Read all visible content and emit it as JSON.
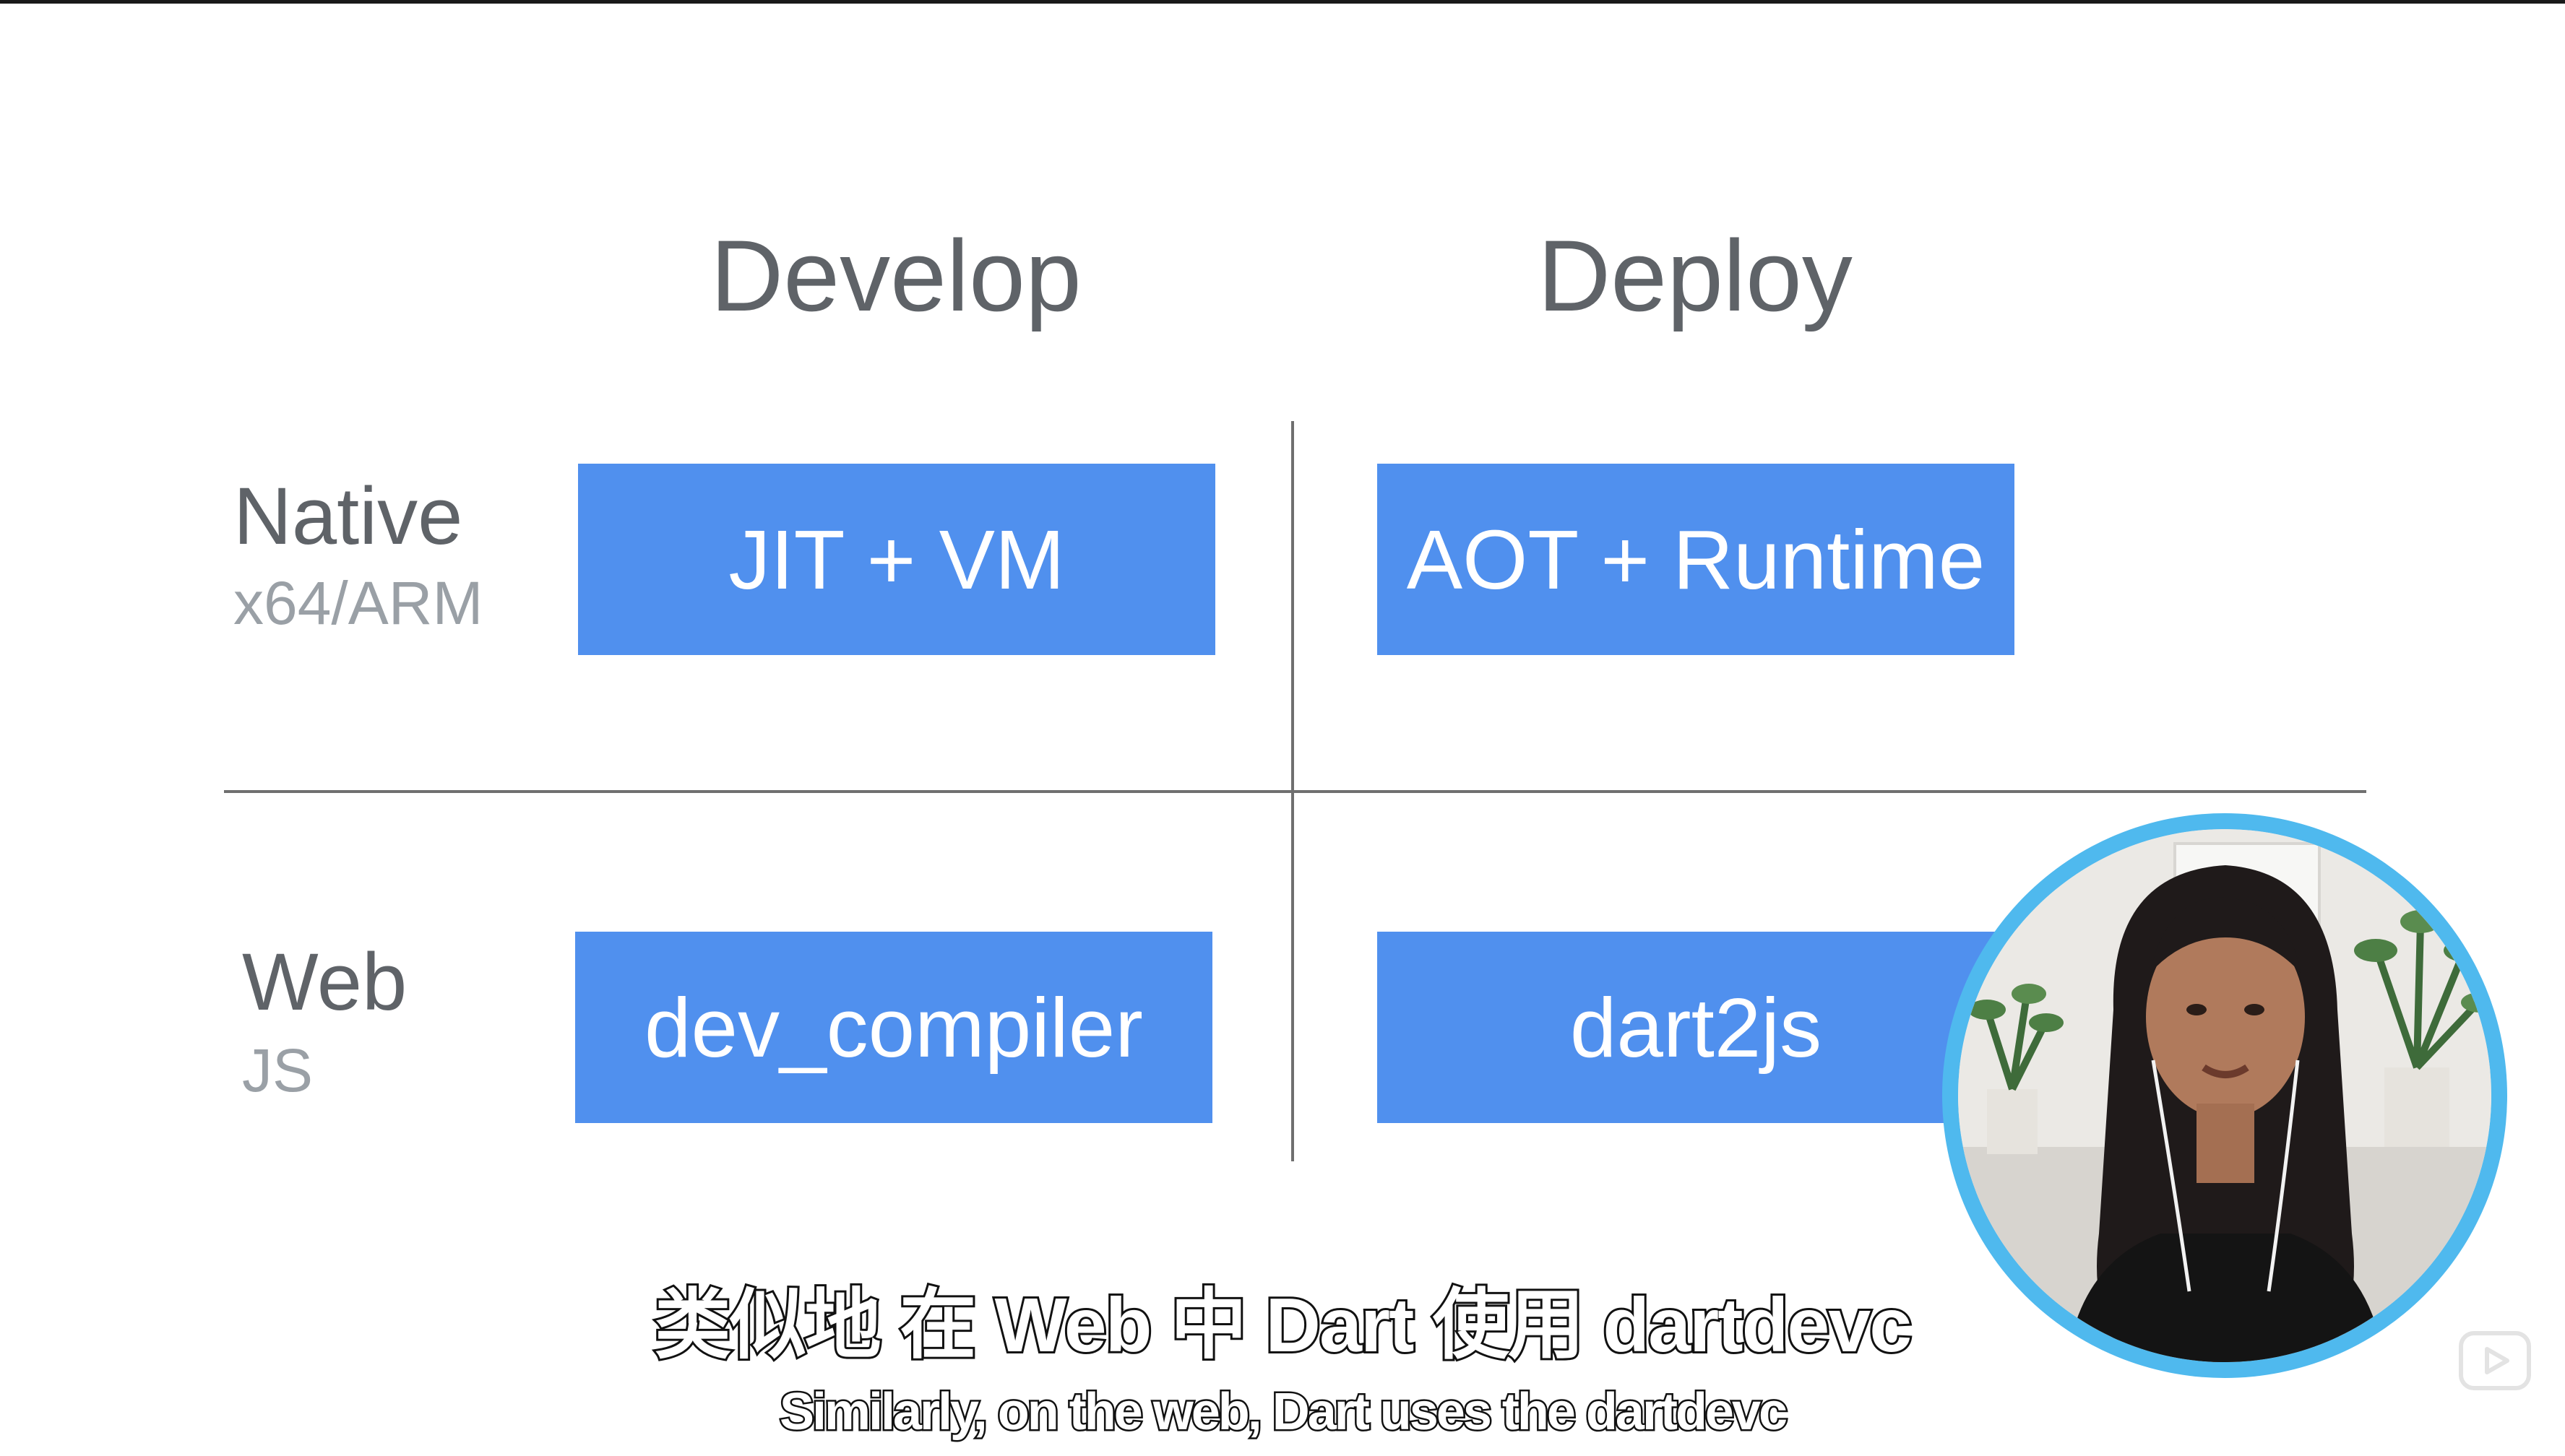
{
  "columns": {
    "develop": "Develop",
    "deploy": "Deploy"
  },
  "rows": {
    "native": {
      "label": "Native",
      "sub": "x64/ARM"
    },
    "web": {
      "label": "Web",
      "sub": "JS"
    }
  },
  "cells": {
    "native_develop": "JIT + VM",
    "native_deploy": "AOT + Runtime",
    "web_develop": "dev_compiler",
    "web_deploy": "dart2js"
  },
  "subtitles": {
    "chinese": "类似地 在 Web 中 Dart 使用 dartdevc",
    "english": "Similarly, on the web, Dart uses the dartdevc"
  },
  "colors": {
    "box_fill": "#5090ee",
    "heading_text": "#5f6368",
    "sub_text": "#9aa0a6",
    "grid_line": "#6f6f6f",
    "camera_ring": "#4fb9ee"
  },
  "icons": {
    "watermark": "video-player-icon"
  }
}
